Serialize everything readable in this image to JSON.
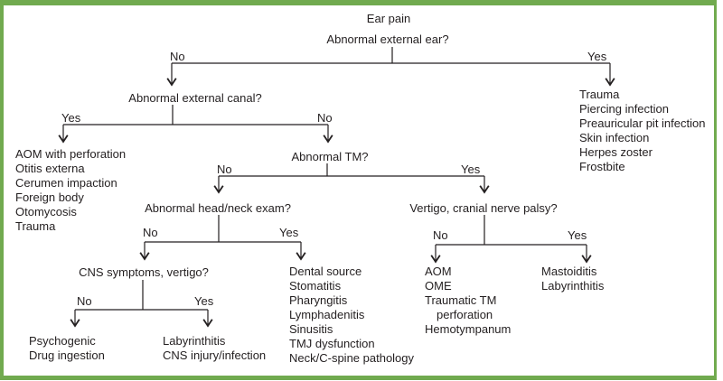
{
  "figure": {
    "title": "Ear pain",
    "type": "decision-tree",
    "colors": {
      "border": "#71aa4f",
      "text": "#231f20",
      "line": "#231f20"
    }
  },
  "labels": {
    "yes": "Yes",
    "no": "No"
  },
  "questions": {
    "external_ear": "Abnormal external ear?",
    "external_canal": "Abnormal external canal?",
    "tm": "Abnormal TM?",
    "head_neck": "Abnormal head/neck exam?",
    "vertigo_palsy": "Vertigo, cranial nerve palsy?",
    "cns_vertigo": "CNS symptoms, vertigo?"
  },
  "outcomes": {
    "external_ear_yes": [
      "Trauma",
      "Piercing infection",
      "Preauricular pit infection",
      "Skin infection",
      "Herpes zoster",
      "Frostbite"
    ],
    "external_canal_yes": [
      "AOM with perforation",
      "Otitis externa",
      "Cerumen impaction",
      "Foreign body",
      "Otomycosis",
      "Trauma"
    ],
    "head_neck_yes": [
      "Dental source",
      "Stomatitis",
      "Pharyngitis",
      "Lymphadenitis",
      "Sinusitis",
      "TMJ dysfunction",
      "Neck/C-spine pathology"
    ],
    "vertigo_palsy_no": [
      "AOM",
      "OME",
      "Traumatic TM perforation",
      "Hemotympanum"
    ],
    "vertigo_palsy_yes": [
      "Mastoiditis",
      "Labyrinthitis"
    ],
    "cns_vertigo_no": [
      "Psychogenic",
      "Drug ingestion"
    ],
    "cns_vertigo_yes": [
      "Labyrinthitis",
      "CNS injury/infection"
    ]
  }
}
